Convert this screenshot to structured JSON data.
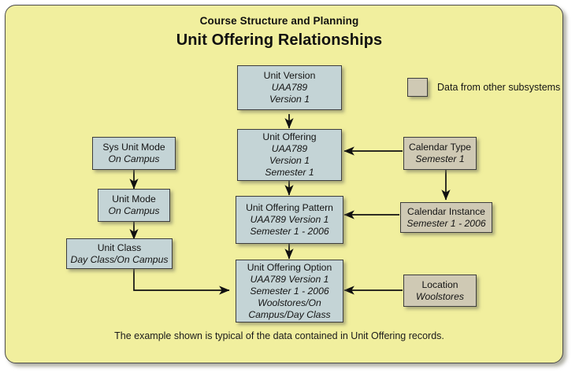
{
  "diagram": {
    "title_sub": "Course Structure and Planning",
    "title_main": "Unit Offering Relationships",
    "footer_note": "The example shown is typical of the data contained in Unit Offering records.",
    "colors": {
      "background": "#f1ef9e",
      "core_node_fill": "#c4d4d6",
      "external_node_fill": "#cfc9b4",
      "border": "#3d3d3d",
      "text": "#141414"
    }
  },
  "legend": {
    "swatch_name": "external-data-swatch",
    "label": "Data from other subsystems"
  },
  "nodes": {
    "unit_version": {
      "name": "Unit Version",
      "lines": [
        "UAA789",
        "Version 1"
      ],
      "kind": "core"
    },
    "unit_offering": {
      "name": "Unit Offering",
      "lines": [
        "UAA789",
        "Version 1",
        "Semester 1"
      ],
      "kind": "core"
    },
    "unit_offering_pattern": {
      "name": "Unit Offering Pattern",
      "lines": [
        "UAA789 Version 1",
        "Semester 1 - 2006"
      ],
      "kind": "core"
    },
    "unit_offering_option": {
      "name": "Unit Offering Option",
      "lines": [
        "UAA789 Version 1",
        "Semester 1 - 2006",
        "Woolstores/On",
        "Campus/Day Class"
      ],
      "kind": "core"
    },
    "sys_unit_mode": {
      "name": "Sys Unit Mode",
      "lines": [
        "On Campus"
      ],
      "kind": "core"
    },
    "unit_mode": {
      "name": "Unit Mode",
      "lines": [
        "On Campus"
      ],
      "kind": "core"
    },
    "unit_class": {
      "name": "Unit Class",
      "lines": [
        "Day Class/On Campus"
      ],
      "kind": "core"
    },
    "calendar_type": {
      "name": "Calendar Type",
      "lines": [
        "Semester 1"
      ],
      "kind": "external"
    },
    "calendar_instance": {
      "name": "Calendar Instance",
      "lines": [
        "Semester 1 - 2006"
      ],
      "kind": "external"
    },
    "location": {
      "name": "Location",
      "lines": [
        "Woolstores"
      ],
      "kind": "external"
    }
  },
  "connections": [
    {
      "from": "unit_version",
      "to": "unit_offering",
      "direction": "down"
    },
    {
      "from": "unit_offering",
      "to": "unit_offering_pattern",
      "direction": "down"
    },
    {
      "from": "unit_offering_pattern",
      "to": "unit_offering_option",
      "direction": "down"
    },
    {
      "from": "sys_unit_mode",
      "to": "unit_mode",
      "direction": "down"
    },
    {
      "from": "unit_mode",
      "to": "unit_class",
      "direction": "down"
    },
    {
      "from": "unit_class",
      "to": "unit_offering_option",
      "direction": "down-right"
    },
    {
      "from": "calendar_type",
      "to": "unit_offering",
      "direction": "left"
    },
    {
      "from": "calendar_type",
      "to": "calendar_instance",
      "direction": "down"
    },
    {
      "from": "calendar_instance",
      "to": "unit_offering_pattern",
      "direction": "left"
    },
    {
      "from": "location",
      "to": "unit_offering_option",
      "direction": "left"
    }
  ]
}
